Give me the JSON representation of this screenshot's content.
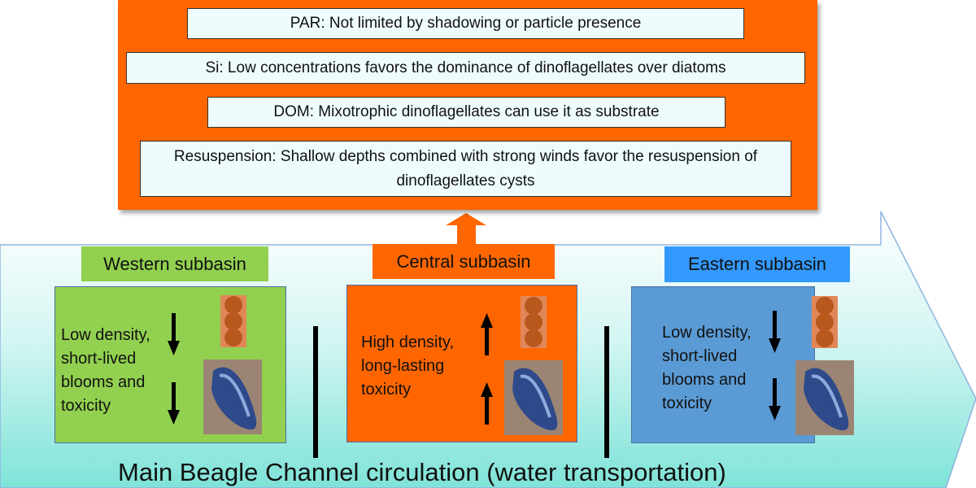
{
  "factors": [
    "PAR: Not limited by shadowing or particle presence",
    "Si: Low concentrations favors the dominance of dinoflagellates over diatoms",
    "DOM: Mixotrophic dinoflagellates can use it as substrate",
    "Resuspension: Shallow depths combined with strong winds favor the resuspension of dinoflagellates cysts"
  ],
  "subbasins": [
    {
      "name": "Western subbasin",
      "text": "Low density, short-lived blooms and toxicity",
      "trend": "down",
      "color": "#92d050"
    },
    {
      "name": "Central subbasin",
      "text": "High density, long-lasting toxicity",
      "trend": "up",
      "color": "#ff6600"
    },
    {
      "name": "Eastern subbasin",
      "text": "Low density, short-lived blooms and toxicity",
      "trend": "down",
      "color": "#5b9bd5"
    }
  ],
  "circulation_label": "Main Beagle Channel circulation (water transportation)",
  "colors": {
    "orange": "#ff6600",
    "green": "#92d050",
    "blue_label": "#3399ff",
    "blue_panel": "#5b9bd5",
    "water": "#7fe3d8"
  }
}
